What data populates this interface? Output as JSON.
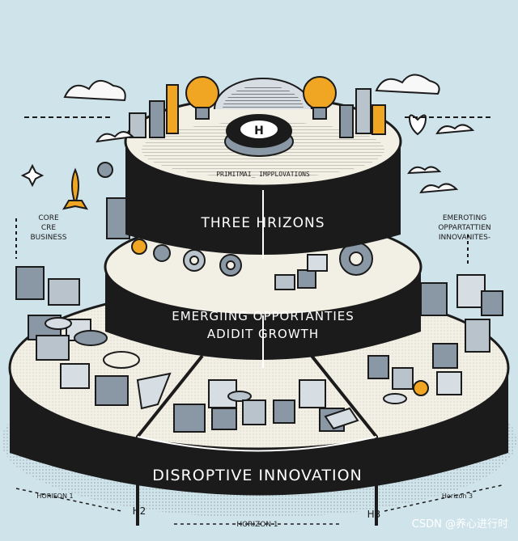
{
  "diagram": {
    "top_badge": "H",
    "top_caption": "PRIMITMAI_ IMPPLOVATIONS",
    "tier1_label": "THREE HRIZONS",
    "tier2_label_line1": "EMERGIING OPPORTANTIES",
    "tier2_label_line2": "ADIDIT GROWTH",
    "tier3_label": "DISROPTIVE INNOVATION",
    "left_note": [
      "CORE",
      "CRE",
      "BUSINESS"
    ],
    "right_note": [
      "EMEROTING",
      "OPPARTATTIEN",
      "INNOVANITES-"
    ],
    "bottom_labels": {
      "horizon1_left": "HORIEON 1",
      "h2": "H2",
      "horizon1_center": "HORIZON 1",
      "h3": "H3",
      "horizon3_right": "Horizon 3"
    },
    "watermark": "CSDN @养心进行时",
    "colors": {
      "background": "#cfe3ea",
      "band": "#1b1b1b",
      "plate": "#f2efe4",
      "accent": "#f0a623",
      "block": "#8a98a6"
    }
  }
}
